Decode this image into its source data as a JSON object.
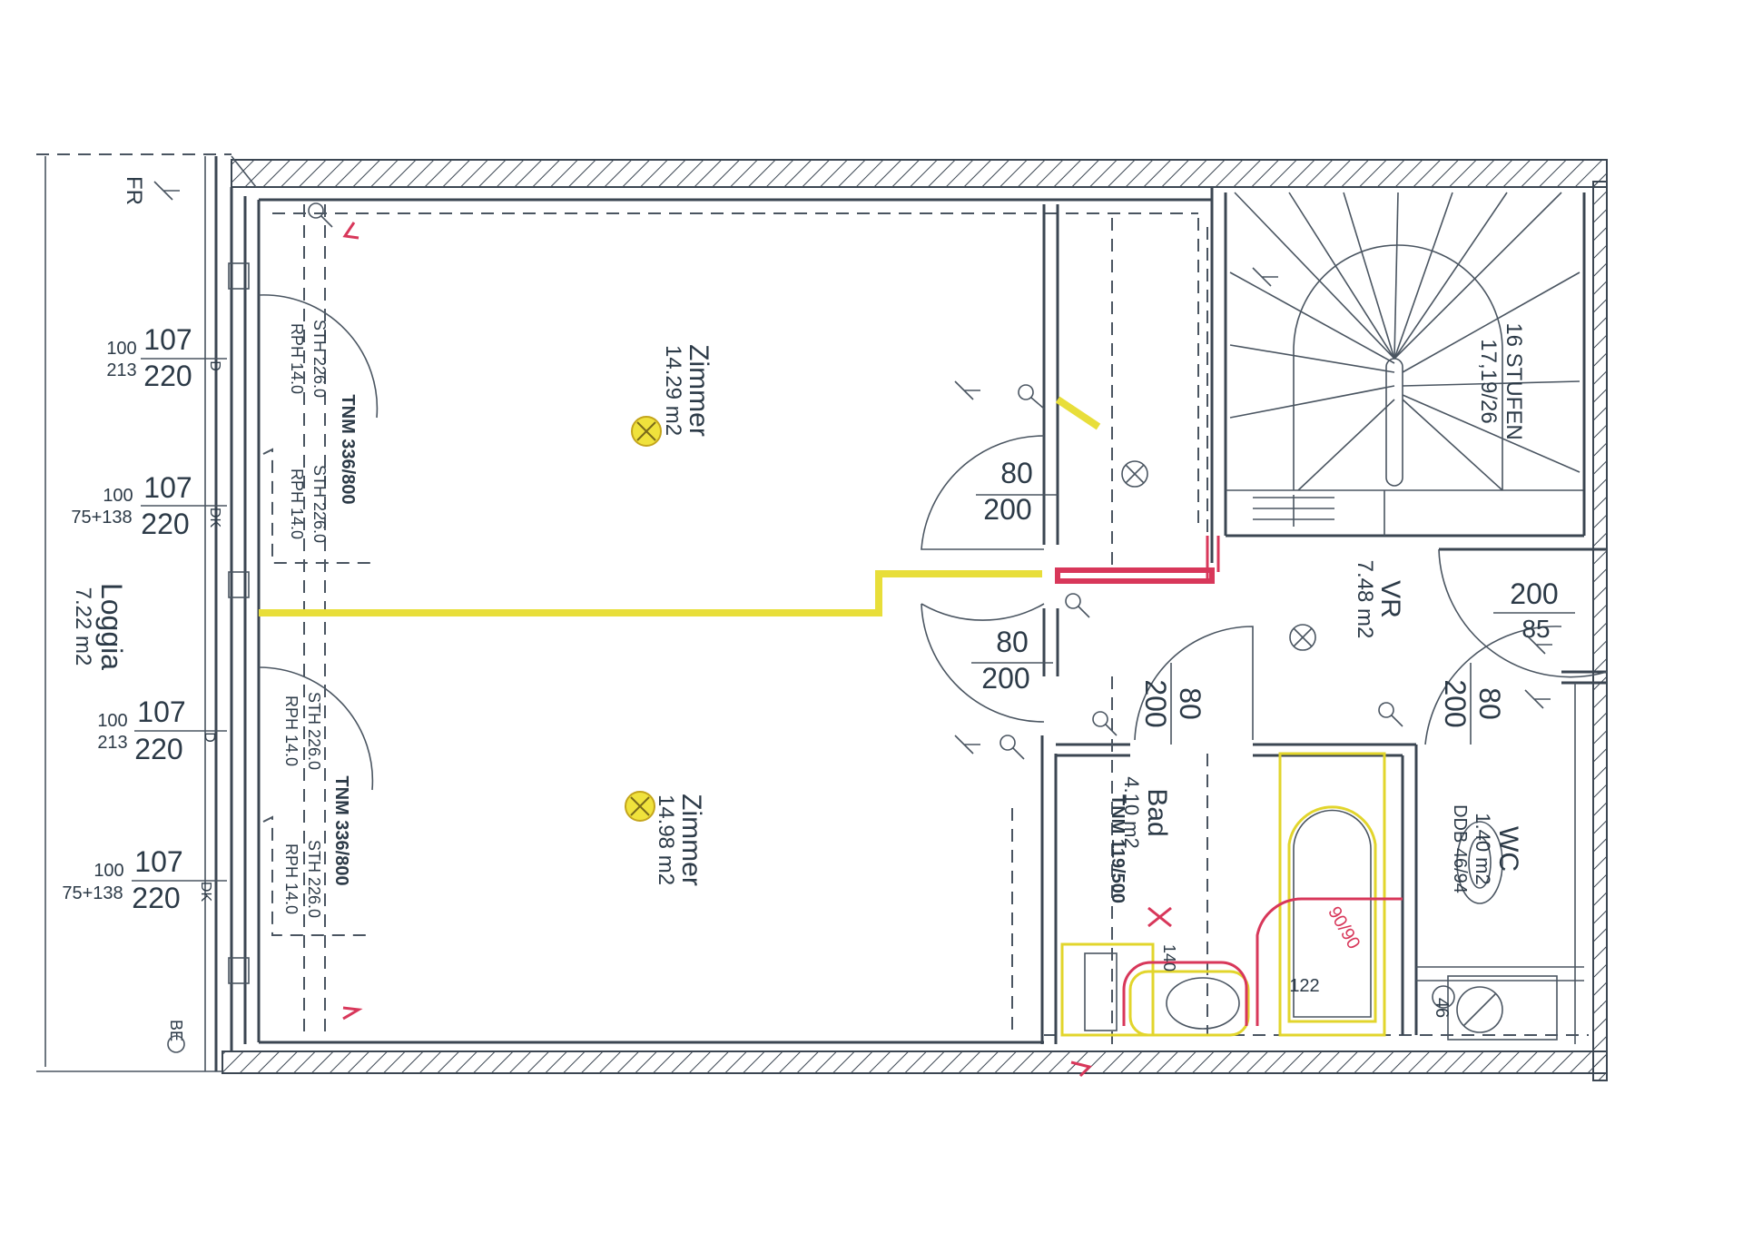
{
  "rooms": {
    "zimmer_top": {
      "name": "Zimmer",
      "area": "14.29 m2"
    },
    "zimmer_bottom": {
      "name": "Zimmer",
      "area": "14.98 m2"
    },
    "loggia": {
      "name": "Loggia",
      "area": "7.22 m2"
    },
    "vr": {
      "name": "VR",
      "area": "7.48 m2"
    },
    "bad": {
      "name": "Bad",
      "area": "4.10 m2"
    },
    "wc": {
      "name": "WC",
      "area": "1.40 m2"
    }
  },
  "stairs": {
    "title": "16 STUFEN",
    "spec": "17,19/26"
  },
  "windows": {
    "w1": {
      "top": "100",
      "bottom": "213",
      "num": "107",
      "den": "220",
      "tag": "D"
    },
    "w2": {
      "top": "100",
      "bottom": "75+138",
      "num": "107",
      "den": "220",
      "tag": "DK"
    },
    "w3": {
      "top": "100",
      "bottom": "213",
      "num": "107",
      "den": "220",
      "tag": "D"
    },
    "w4": {
      "top": "100",
      "bottom": "75+138",
      "num": "107",
      "den": "220",
      "tag": "DK"
    }
  },
  "doors": {
    "d1": {
      "num": "80",
      "den": "200"
    },
    "d2": {
      "num": "80",
      "den": "200"
    },
    "d3": {
      "num": "80",
      "den": "200"
    },
    "d4": {
      "num": "80",
      "den": "200"
    },
    "d5": {
      "num": "200",
      "den": "85"
    }
  },
  "notes": {
    "tnm_top": "TNM 336/800",
    "tnm_bottom": "TNM 336/800",
    "tnm_bad": "TNM 119/500",
    "sth1": "STH 226.0",
    "rph1": "RPH 14.0",
    "sth2": "STH 226.0",
    "rph2": "RPH 14.0",
    "sth3": "STH 226.0",
    "rph3": "RPH 14.0",
    "sth4": "STH 226.0",
    "rph4": "RPH 14.0",
    "ddb": "DDB 46/94",
    "fr": "FR",
    "be": "BE",
    "n140": "140",
    "n122": "122",
    "n46": "46",
    "n9010": "90/90"
  }
}
